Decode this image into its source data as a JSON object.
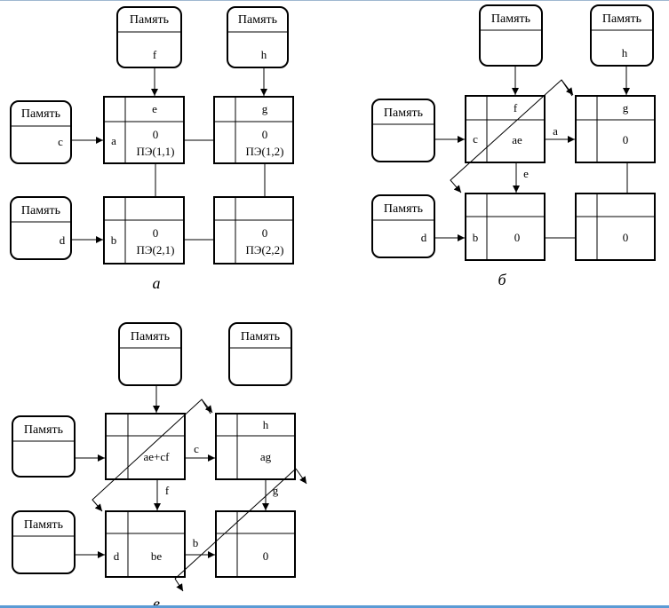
{
  "memory_label": "Память",
  "captions": {
    "a": "а",
    "b": "б",
    "c": "в"
  },
  "panel_a": {
    "mem_top_left": "f",
    "mem_top_right": "h",
    "mem_left_top": "c",
    "mem_left_bottom": "d",
    "pe11": {
      "top": "e",
      "left": "a",
      "value": "0",
      "name": "ПЭ(1,1)"
    },
    "pe12": {
      "top": "g",
      "value": "0",
      "name": "ПЭ(1,2)"
    },
    "pe21": {
      "left": "b",
      "value": "0",
      "name": "ПЭ(2,1)"
    },
    "pe22": {
      "value": "0",
      "name": "ПЭ(2,2)"
    }
  },
  "panel_b": {
    "mem_top_right": "h",
    "mem_left_bottom": "d",
    "pe11": {
      "top": "f",
      "left": "c",
      "value": "ae"
    },
    "pe12": {
      "top": "g",
      "value": "0"
    },
    "pe21": {
      "left": "b",
      "value": "0"
    },
    "pe22": {
      "value": "0"
    },
    "arrow_right": "a",
    "arrow_down": "e"
  },
  "panel_c": {
    "pe11": {
      "value": "ae+cf"
    },
    "pe12": {
      "top": "h",
      "value": "ag"
    },
    "pe21": {
      "left": "d",
      "value": "be"
    },
    "pe22": {
      "value": "0"
    },
    "arrow_right_top": "c",
    "arrow_down_left": "f",
    "arrow_down_right": "g",
    "arrow_right_bottom": "b"
  }
}
